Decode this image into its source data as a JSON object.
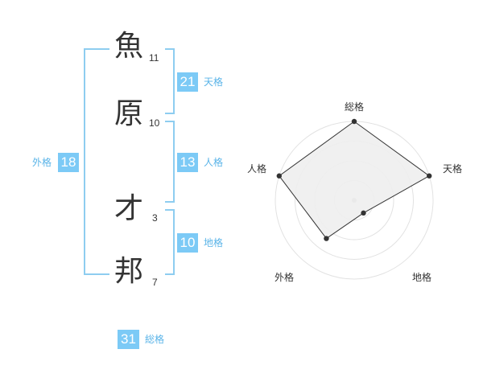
{
  "name_chars": [
    {
      "char": "魚",
      "strokes": "11"
    },
    {
      "char": "原",
      "strokes": "10"
    },
    {
      "char": "才",
      "strokes": "3"
    },
    {
      "char": "邦",
      "strokes": "7"
    }
  ],
  "scores": {
    "tenkaku": {
      "value": "21",
      "label": "天格"
    },
    "jinkaku": {
      "value": "13",
      "label": "人格"
    },
    "chikaku": {
      "value": "10",
      "label": "地格"
    },
    "gaikaku": {
      "value": "18",
      "label": "外格"
    },
    "soukaku": {
      "value": "31",
      "label": "総格"
    }
  },
  "colors": {
    "accent": "#7ccaf6",
    "label": "#5ab4e8",
    "bracket": "#8ecdf0"
  },
  "chart_data": {
    "type": "radar",
    "axes": [
      "総格",
      "天格",
      "地格",
      "外格",
      "人格"
    ],
    "values": [
      1.0,
      1.0,
      0.2,
      0.6,
      1.0
    ],
    "rings": 4
  }
}
